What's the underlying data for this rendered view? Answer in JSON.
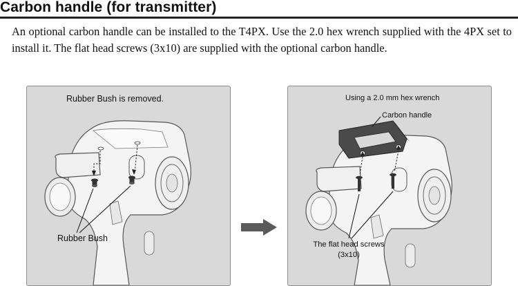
{
  "heading": "Carbon handle (for transmitter)",
  "intro": "An optional carbon handle can be installed to the T4PX. Use the 2.0 hex wrench supplied with the 4PX set to install it. The flat head screws (3x10) are supplied with the optional carbon handle.",
  "left_panel": {
    "caption_top": "Rubber Bush is removed.",
    "callout": "Rubber Bush"
  },
  "right_panel": {
    "caption_top": "Using a 2.0 mm hex wrench",
    "callout_handle": "Carbon handle",
    "callout_screws_line1": "The flat head screws",
    "callout_screws_line2": "(3x10)"
  },
  "colors": {
    "panel_bg": "#d9d9d9",
    "handle_fill": "#4a4a4a",
    "arrow": "#5a5a5a"
  }
}
